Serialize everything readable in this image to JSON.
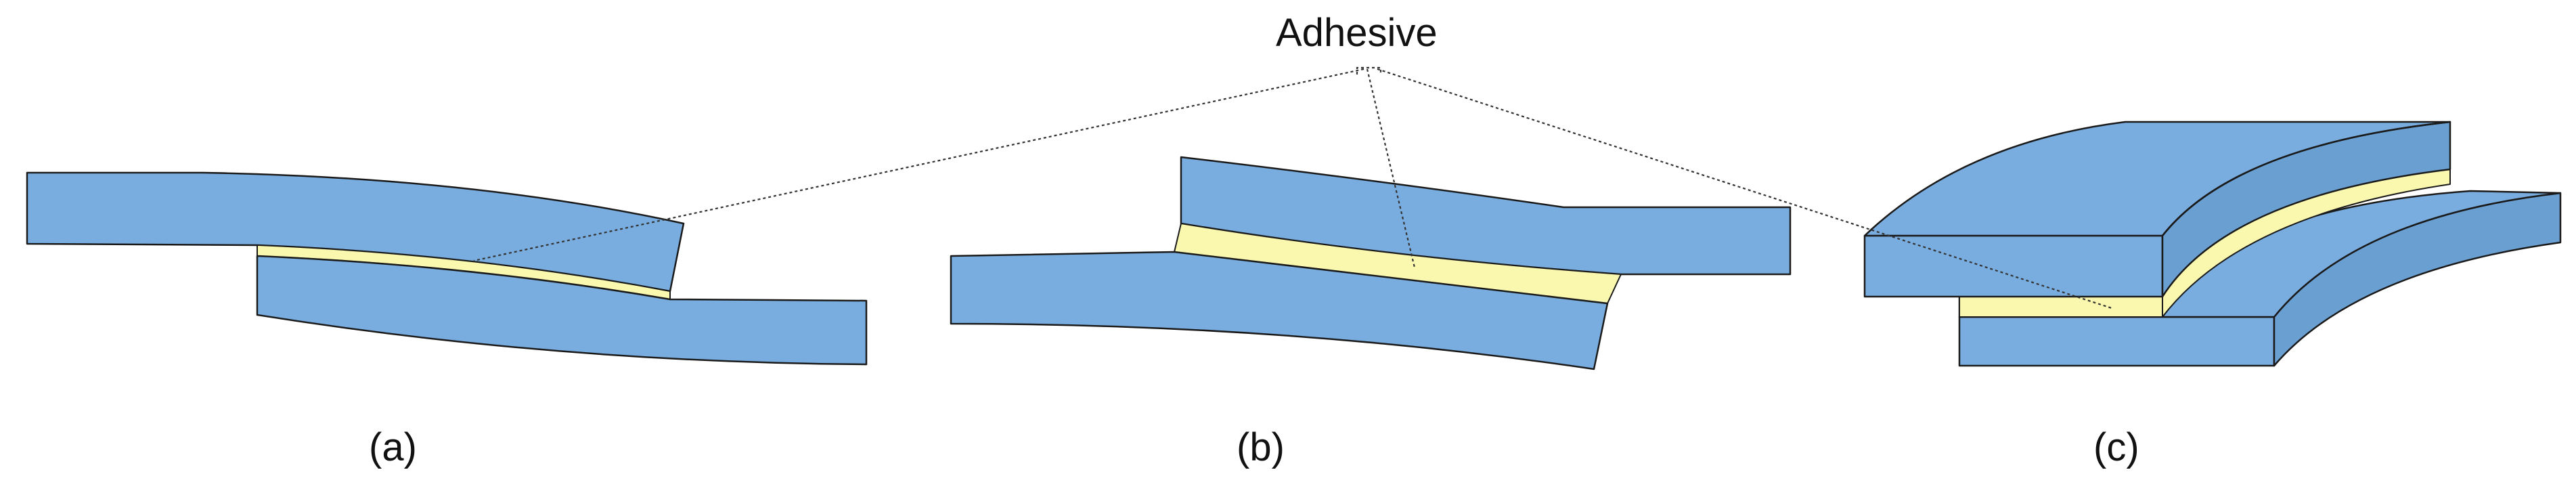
{
  "annotation": {
    "text": "Adhesive"
  },
  "captions": [
    "(a)",
    "(b)",
    "(c)"
  ],
  "colors": {
    "adherend": "#79ADDF",
    "adhesive": "#FAF7AE",
    "outline": "#1a1a1a"
  }
}
